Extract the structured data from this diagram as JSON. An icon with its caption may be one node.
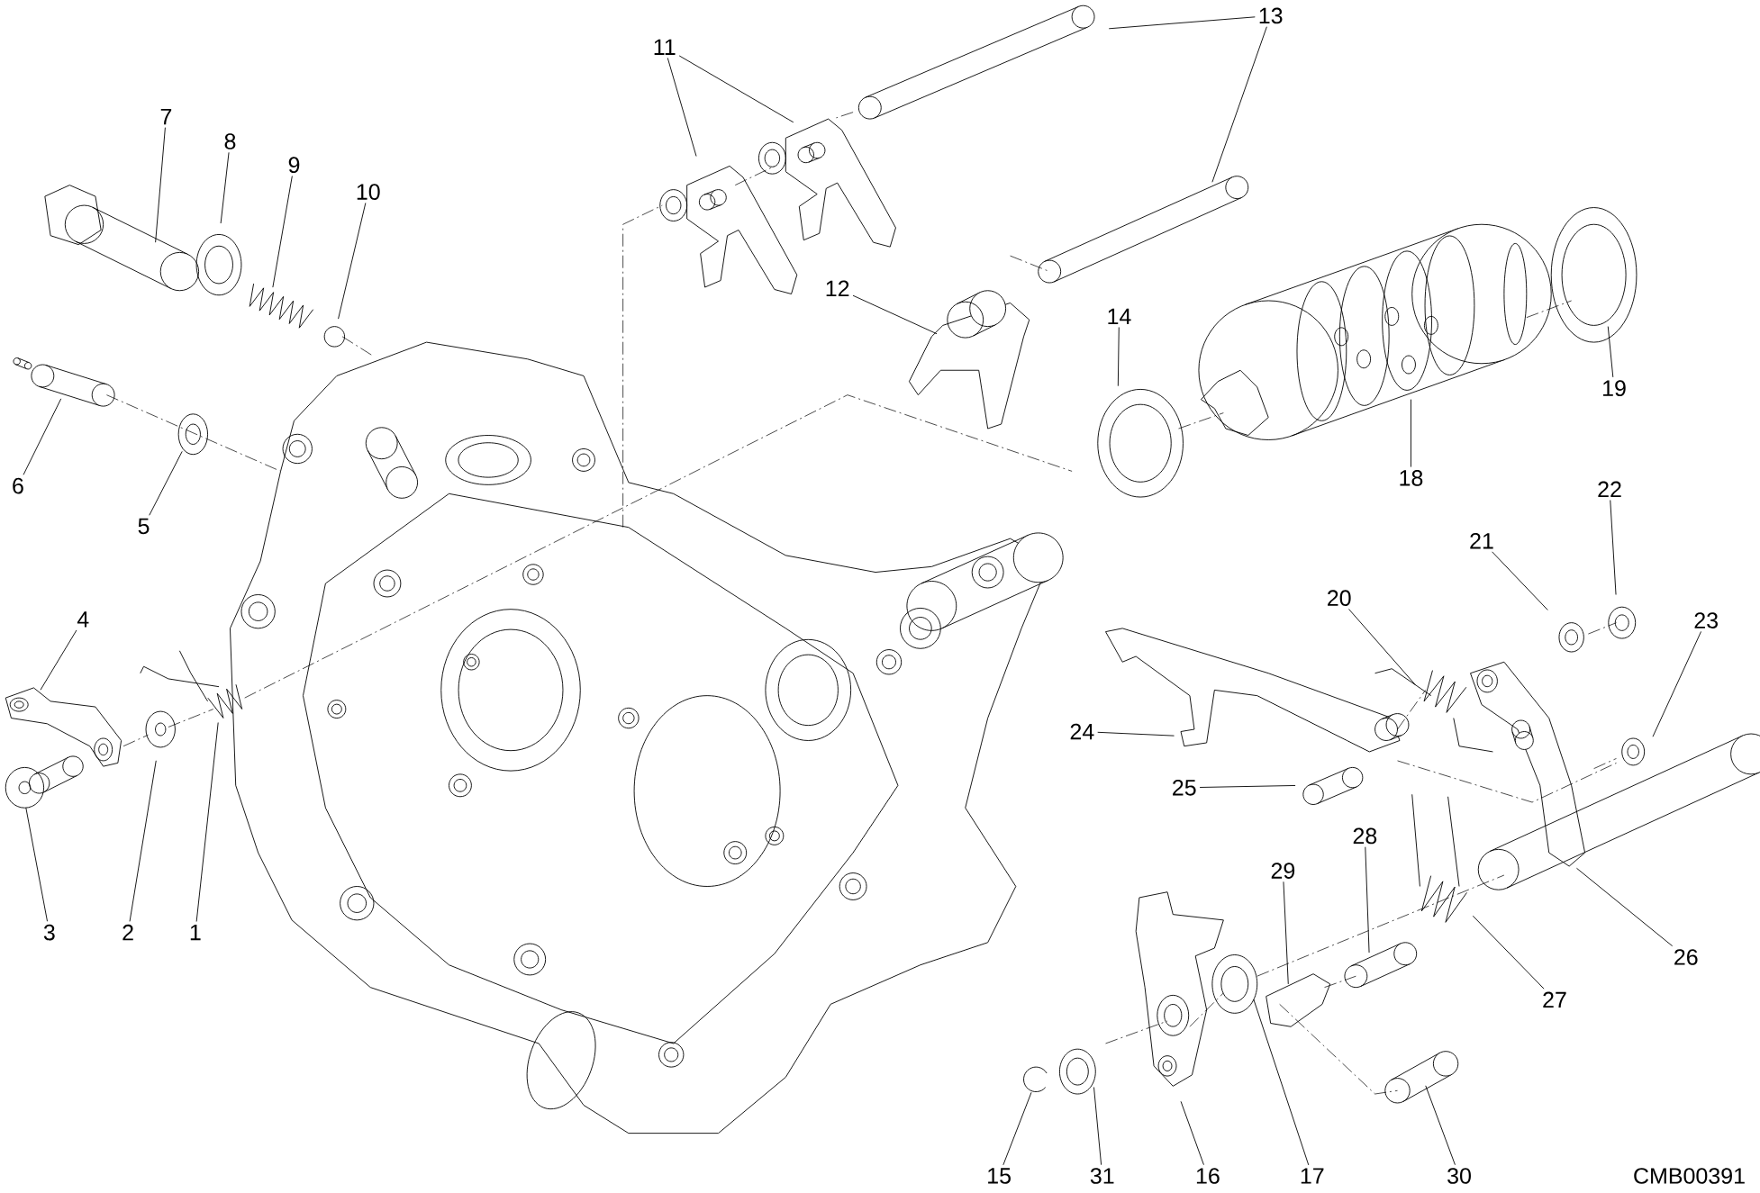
{
  "diagram": {
    "nodes": [
      {
        "text": [
          "13"
        ]
      },
      {
        "text": [
          "11"
        ]
      },
      {
        "text": [
          "7"
        ]
      },
      {
        "text": [
          "8"
        ]
      },
      {
        "text": [
          "9"
        ]
      },
      {
        "text": [
          "10"
        ]
      },
      {
        "text": [
          "12"
        ]
      },
      {
        "text": [
          "14"
        ]
      },
      {
        "text": [
          "19"
        ]
      },
      {
        "text": [
          "18"
        ]
      },
      {
        "text": [
          "6"
        ]
      },
      {
        "text": [
          "22"
        ]
      },
      {
        "text": [
          "5"
        ]
      },
      {
        "text": [
          "21"
        ]
      },
      {
        "text": [
          "20"
        ]
      },
      {
        "text": [
          "4"
        ]
      },
      {
        "text": [
          "23"
        ]
      },
      {
        "text": [
          "24"
        ]
      },
      {
        "text": [
          "25"
        ]
      },
      {
        "text": [
          "28"
        ]
      },
      {
        "text": [
          "29"
        ]
      },
      {
        "text": [
          "3"
        ]
      },
      {
        "text": [
          "2"
        ]
      },
      {
        "text": [
          "1"
        ]
      },
      {
        "text": [
          "26"
        ]
      },
      {
        "text": [
          "27"
        ]
      },
      {
        "text": [
          "15"
        ]
      },
      {
        "text": [
          "31"
        ]
      },
      {
        "text": [
          "16"
        ]
      },
      {
        "text": [
          "17"
        ]
      },
      {
        "text": [
          "30"
        ]
      }
    ],
    "edges": [
      {
        "from": 0,
        "to": null,
        "arrow": "none"
      },
      {
        "from": 0,
        "to": null,
        "arrow": "none"
      },
      {
        "from": 1,
        "to": null,
        "arrow": "none"
      },
      {
        "from": 1,
        "to": null,
        "arrow": "none"
      },
      {
        "from": 2,
        "to": null,
        "arrow": "none"
      },
      {
        "from": 3,
        "to": null,
        "arrow": "none"
      },
      {
        "from": 4,
        "to": null,
        "arrow": "none"
      },
      {
        "from": 5,
        "to": null,
        "arrow": "none"
      },
      {
        "from": 6,
        "to": null,
        "arrow": "none"
      },
      {
        "from": 7,
        "to": null,
        "arrow": "none"
      },
      {
        "from": 8,
        "to": null,
        "arrow": "none"
      },
      {
        "from": 9,
        "to": null,
        "arrow": "none"
      },
      {
        "from": 10,
        "to": null,
        "arrow": "none"
      },
      {
        "from": 11,
        "to": null,
        "arrow": "none"
      },
      {
        "from": 12,
        "to": null,
        "arrow": "none"
      },
      {
        "from": 13,
        "to": null,
        "arrow": "none"
      },
      {
        "from": 14,
        "to": null,
        "arrow": "none"
      },
      {
        "from": 15,
        "to": null,
        "arrow": "none"
      },
      {
        "from": 16,
        "to": null,
        "arrow": "none"
      },
      {
        "from": 17,
        "to": null,
        "arrow": "none"
      },
      {
        "from": 18,
        "to": null,
        "arrow": "none"
      },
      {
        "from": 19,
        "to": null,
        "arrow": "none"
      },
      {
        "from": 20,
        "to": null,
        "arrow": "none"
      },
      {
        "from": 21,
        "to": null,
        "arrow": "none"
      },
      {
        "from": 22,
        "to": null,
        "arrow": "none"
      },
      {
        "from": 23,
        "to": null,
        "arrow": "none"
      },
      {
        "from": 24,
        "to": null,
        "arrow": "none"
      },
      {
        "from": 25,
        "to": null,
        "arrow": "none"
      },
      {
        "from": 26,
        "to": null,
        "arrow": "none"
      },
      {
        "from": 27,
        "to": null,
        "arrow": "none"
      },
      {
        "from": 28,
        "to": null,
        "arrow": "none"
      },
      {
        "from": 29,
        "to": null,
        "arrow": "none"
      },
      {
        "from": 30,
        "to": null,
        "arrow": "none"
      }
    ],
    "labels": [
      "CMB00391"
    ]
  }
}
